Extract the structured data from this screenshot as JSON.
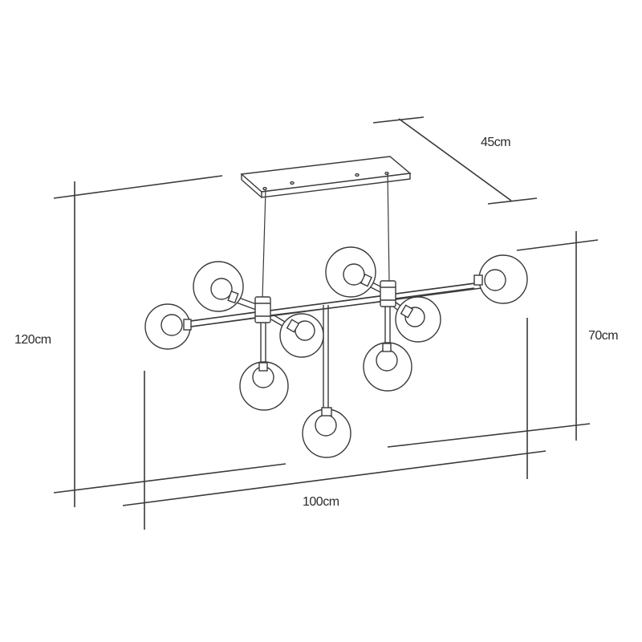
{
  "dimensions": {
    "depth": "45cm",
    "total_height": "120cm",
    "fixture_height": "70cm",
    "width": "100cm"
  },
  "colors": {
    "line": "#3a3a3a",
    "background": "#ffffff"
  }
}
